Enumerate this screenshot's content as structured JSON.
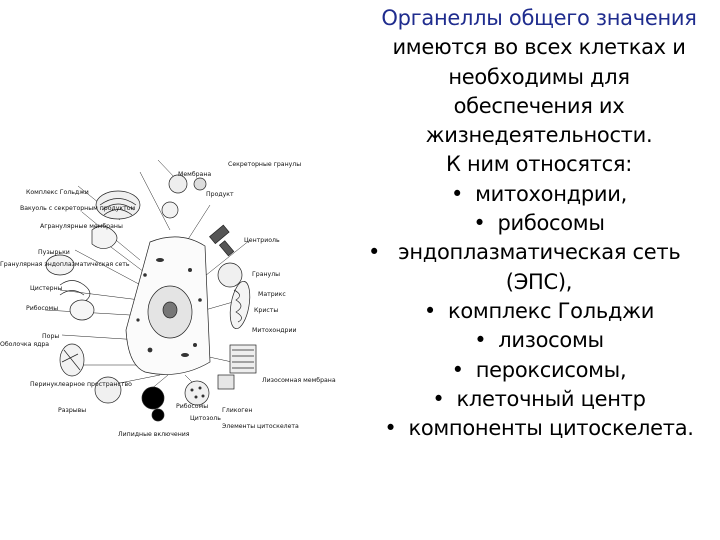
{
  "text": {
    "title": "Органеллы общего значения",
    "lines": [
      "имеются во всех клетках и",
      "необходимы для",
      "обеспечения их",
      "жизнедеятельности.",
      "К ним относятся:"
    ],
    "bullet": "•",
    "items": [
      "митохондрии,",
      "рибосомы",
      "эндоплазматическая сеть",
      "(ЭПС),",
      "комплекс Гольджи",
      "лизосомы",
      "пероксисомы,",
      "клеточный центр",
      "компоненты цитоскелета."
    ]
  },
  "diagram": {
    "labels": {
      "membrane": "Мембрана",
      "secretory_granules": "Секреторные гранулы",
      "golgi": "Комплекс Гольджи",
      "product": "Продукт",
      "vacuole": "Вакуоль с секреторным продуктом",
      "agranular": "Агранулярные мембраны",
      "centriole": "Центриоль",
      "vesicles": "Пузырьки",
      "granular_er": "Гранулярная эндоплазматическая сеть",
      "granules": "Гранулы",
      "cisterns": "Цистерны",
      "matrix": "Матрикс",
      "ribosomes": "Рибосомы",
      "cristae": "Кристы",
      "pores": "Поры",
      "mitochondria": "Митохондрии",
      "nuclear_envelope": "Оболочка ядра",
      "perinuclear_space": "Перинуклеарное пространство",
      "lysosome_membrane": "Лизосомная мембрана",
      "ruptures": "Разрывы",
      "cytosol": "Цитозоль",
      "glycogen": "Гликоген",
      "cytoskeleton": "Элементы цитоскелета",
      "lipid_inclusions": "Липидные включения",
      "ribosomes2": "Рибосомы"
    }
  }
}
